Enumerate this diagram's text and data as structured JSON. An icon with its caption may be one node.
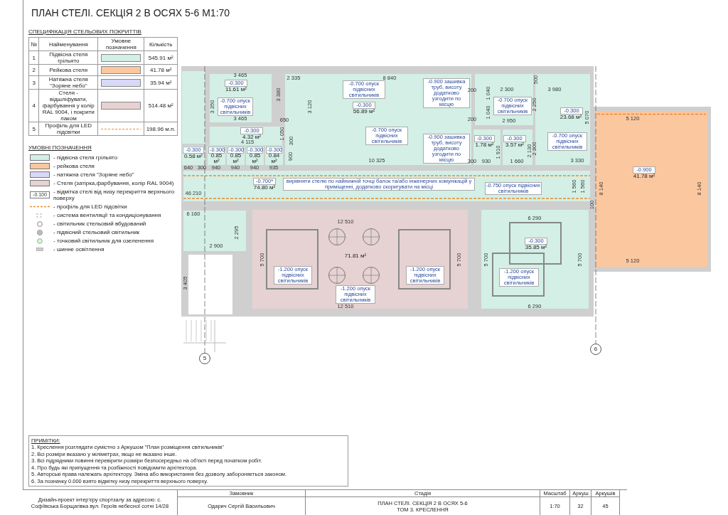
{
  "diagram": {
    "title": "ПЛАН СТЕЛІ. СЕКЦІЯ 2 В ОСЯХ 5-6 М1:70",
    "nodes": [
      {
        "text": [
          "-0.300",
          "11.61 м²",
          "-0.700 опуск підвісних світильників"
        ]
      },
      {
        "text": [
          "-0.300",
          "4.32 м²"
        ]
      },
      {
        "text": [
          "-0.300",
          "0.58 м²"
        ]
      },
      {
        "text": [
          "-0.300",
          "0.85 м²"
        ]
      },
      {
        "text": [
          "-0.300",
          "0.85 м²"
        ]
      },
      {
        "text": [
          "-0.300",
          "0.85 м²"
        ]
      },
      {
        "text": [
          "-0.300",
          "0.84 м²"
        ]
      },
      {
        "text": [
          "-0.700 опуск підвісних світильників",
          "-0.300",
          "56.89 м²",
          "-0.900 зашивка труб, висоту додатково узгодити по місцю",
          "-0.700 опуск підвісних світильників",
          "-0.900 зашивка труб, висоту додатково узгодити по місцю"
        ]
      },
      {
        "text": [
          "-0.700 опуск підвісних світильників"
        ]
      },
      {
        "text": [
          "-0.300",
          "1.78 м²"
        ]
      },
      {
        "text": [
          "-0.300",
          "3.57 м²"
        ]
      },
      {
        "text": [
          "-0.300",
          "23.68 м²",
          "-0.700 опуск підвісних світильників"
        ]
      },
      {
        "text": [
          "-0.700*",
          "74.80 м²",
          "вирівняти стелю по найнижчій точці балок та/або інженерних комунікацій у приміщенні, додатково скоригувати на місці",
          "-0.750 опуск підвісних світильників"
        ]
      },
      {
        "text": [
          "-0.900",
          "41.78 м²"
        ]
      },
      {
        "text": [
          "71.81 м²",
          "-1.200 опуск підвісних світильників"
        ]
      },
      {
        "text": [
          "-1.200 опуск підвісних світильників"
        ],
        "in": 14
      },
      {
        "text": [
          "-1.200 опуск підвісних світильників"
        ],
        "in": 14
      },
      {
        "text": [],
        "shape": "circle",
        "in": 14
      },
      {
        "text": [],
        "shape": "circle",
        "in": 14
      },
      {
        "text": [],
        "shape": "circle",
        "in": 14
      },
      {
        "text": [],
        "shape": "circle",
        "in": 14
      },
      {
        "text": [],
        "shape": "box"
      },
      {
        "text": [
          "-0.300",
          "35.85 м²"
        ],
        "in": 21
      },
      {
        "text": [
          "-1.200 опуск підвісних світильників"
        ],
        "in": 21
      },
      {
        "text": [],
        "shape": "box"
      },
      {
        "text": [],
        "shape": "box"
      }
    ],
    "labels": [
      "СПЕЦИФІКАЦІЯ СТЕЛЬОВИХ ПОКРИТТІВ",
      "№",
      "Найменування",
      "Умовне позначення",
      "Кількість",
      "1",
      "Підвісна стеля грільято",
      "545.91 м²",
      "2",
      "Рейкова стеля",
      "41.78 м²",
      "3",
      "Натяжна стеля \"Зоряне небо\"",
      "35.94 м²",
      "4",
      "Стеля - відшліфувати, фарбування у колір RAL 9004, і покрити лаком",
      "514.48 м²",
      "5",
      "Профіль для LED підсвітки",
      "198.96 м.п.",
      "УМОВНІ ПОЗНАЧЕННЯ",
      "-0.100",
      "3 465",
      "2 335",
      "8 840",
      "500",
      "3 350",
      "3 380",
      "200",
      "1 040",
      "2 300",
      "3 980",
      "3 120",
      "1 040",
      "2 250",
      "3 465",
      "650",
      "200",
      "2 950",
      "5 070",
      "5 120",
      "1 050",
      "4 115",
      "300",
      "900",
      "1 910",
      "2 130",
      "2 300",
      "10 325",
      "300",
      "930",
      "1 660",
      "3 330",
      "640",
      "300",
      "940",
      "940",
      "940",
      "935",
      "1 560",
      "1 560",
      "8 140",
      "8 140",
      "46 210",
      "100",
      "6 160",
      "12 510",
      "6 290",
      "2 295",
      "2 900",
      "5 700",
      "5 700",
      "5 700",
      "5 700",
      "5 120",
      "3 405",
      "12 510",
      "6 290",
      "5",
      "6",
      "ПРИМІТКИ:",
      "1. Креслення розглядати сумістно з Аркушом \"План розміщення світильників\"",
      "2. Всі розміри вказано у міліметрах, якщо не вказано інше.",
      "3. Всі підрядники повинні перевірити розміри безпосередньо на об'єкті перед початком робіт.",
      "4. Про будь які припущення та розбіжності повідомити архітектора.",
      "5. Авторські права належать архітектору. Зміна або використання без дозволу забороняється законом.",
      "6. За позначку 0.000 взято відмітку низу перекриття верхнього поверху.",
      "Дизайн-проект інтер'єру спортзалу за адресою: с. Софіївська Борщагівка вул. Героїв небесної сотні 14/28",
      "Замовник",
      "Одарич Сергій Васильович",
      "Стадія",
      "ПЛАН СТЕЛІ. СЕКЦІЯ 2 В ОСЯХ 5-6",
      "ТОМ 3. КРЕСЛЕННЯ",
      "Масштаб",
      "1:70",
      "Аркуш",
      "32",
      "Аркушів",
      "45"
    ],
    "legend": [
      {
        "text": "- підвісна стеля грільято",
        "color": "#d3efe6"
      },
      {
        "text": "- рейкова стеля",
        "color": "#fbc79f"
      },
      {
        "text": "- натяжна стеля \"Зоряне небо\"",
        "color": "#d8d8f8"
      },
      {
        "text": "- Стеля (затірка,фарбування, колір RAL 9004)",
        "color": "#e6d2d2"
      },
      {
        "text": "- відмітка стелі від низу перекриття верхнього поверху"
      },
      {
        "text": "- профіль для LED підсвітки"
      },
      {
        "text": "- система вентиляції та кондиціонування"
      },
      {
        "text": "- світильник стельовий вбудований"
      },
      {
        "text": "- підвісний стельовий світильник"
      },
      {
        "text": "- точковий світильник для озеленення"
      },
      {
        "text": "- шинне освітлення"
      }
    ]
  }
}
